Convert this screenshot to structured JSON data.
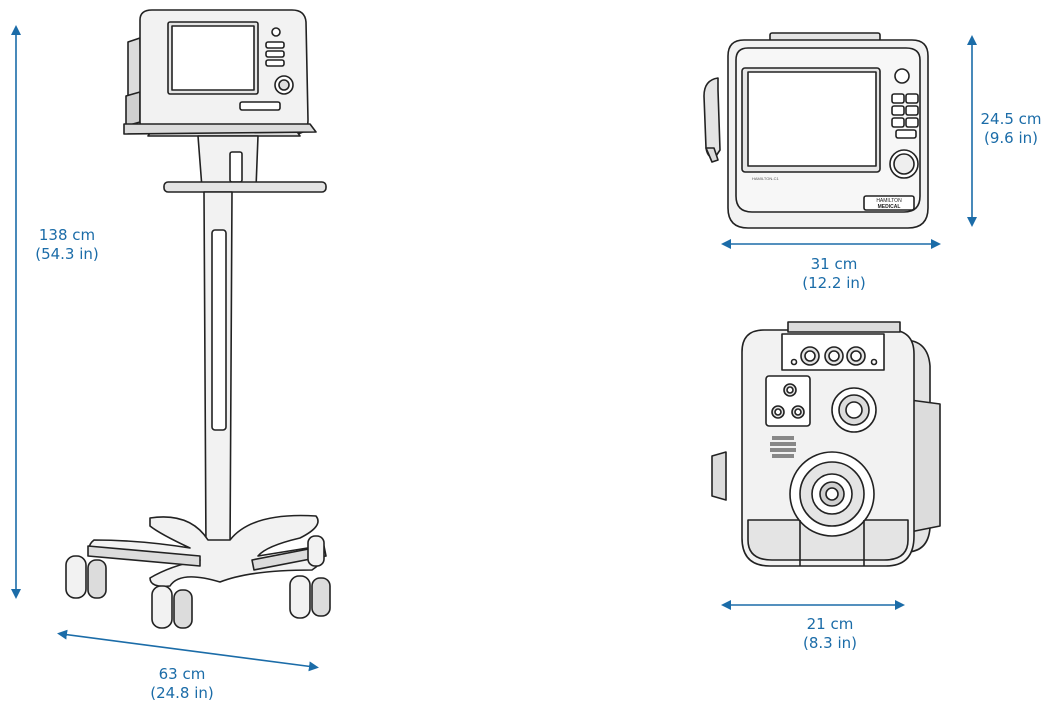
{
  "colors": {
    "dimension": "#1b6ca8",
    "outline": "#222222",
    "fill_light": "#f2f2f2",
    "fill_mid": "#dcdcdc",
    "screen": "#e6e6e6"
  },
  "dimensions": {
    "cart_height": {
      "metric": "138 cm",
      "imperial": "(54.3 in)"
    },
    "cart_base": {
      "metric": "63 cm",
      "imperial": "(24.8 in)"
    },
    "front_height": {
      "metric": "24.5 cm",
      "imperial": "(9.6 in)"
    },
    "front_width": {
      "metric": "31 cm",
      "imperial": "(12.2 in)"
    },
    "side_depth": {
      "metric": "21 cm",
      "imperial": "(8.3 in)"
    }
  },
  "device": {
    "brand_line1": "HAMILTON",
    "brand_line2": "MEDICAL",
    "model_text": "HAMILTON-C1"
  }
}
